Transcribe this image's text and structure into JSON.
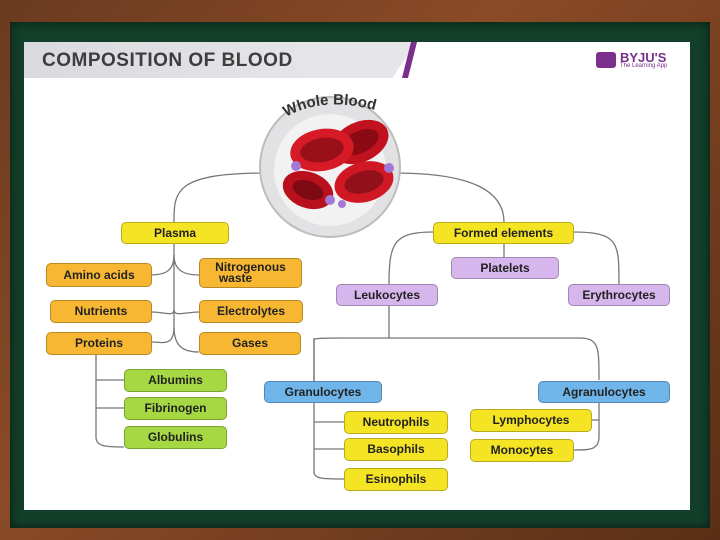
{
  "title": "COMPOSITION OF BLOOD",
  "logo": {
    "name": "BYJU'S",
    "tagline": "The Learning App"
  },
  "center": {
    "label": "Whole Blood"
  },
  "nodes": {
    "plasma": "Plasma",
    "formed": "Formed elements",
    "amino": "Amino acids",
    "nitro_1": "Nitrogenous",
    "nitro_2": "waste",
    "nutrients": "Nutrients",
    "electrolytes": "Electrolytes",
    "proteins": "Proteins",
    "gases": "Gases",
    "albumins": "Albumins",
    "fibrinogen": "Fibrinogen",
    "globulins": "Globulins",
    "platelets": "Platelets",
    "leukocytes": "Leukocytes",
    "erythrocytes": "Erythrocytes",
    "granulocytes": "Granulocytes",
    "agranulocytes": "Agranulocytes",
    "neutrophils": "Neutrophils",
    "basophils": "Basophils",
    "esinophils": "Esinophils",
    "lymphocytes": "Lymphocytes",
    "monocytes": "Monocytes"
  },
  "colors": {
    "plasma_branch": "#f5e424",
    "plasma_components": "#f7b733",
    "proteins_sub": "#a6d843",
    "formed_sub": "#d6b6ec",
    "leukocyte_types": "#6fb5ea",
    "title_accent": "#7a2f8c"
  }
}
